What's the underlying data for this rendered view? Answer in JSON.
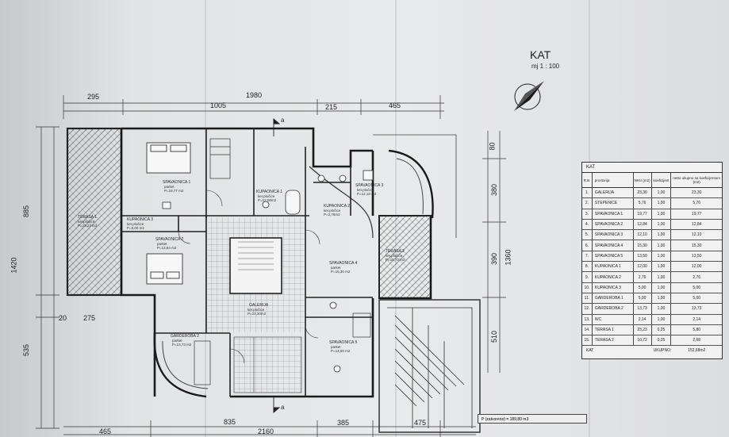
{
  "title": "KAT",
  "scale": "mj 1 : 100",
  "top_dims": [
    "295",
    "1980",
    "1005",
    "215",
    "465"
  ],
  "bottom_dims": [
    "835",
    "385",
    "475",
    "465",
    "2160"
  ],
  "left_dims": [
    "885",
    "1420",
    "275",
    "20",
    "535"
  ],
  "right_dims": [
    "80",
    "380",
    "390",
    "1360",
    "510"
  ],
  "section_mark": "a",
  "rooms": [
    {
      "name": "TERASA 1",
      "sub": "ker.pločice",
      "area": "P=23,23 m2"
    },
    {
      "name": "SPAVAONICA 1",
      "sub": "parket",
      "area": "P=19,77 m2"
    },
    {
      "name": "KUPAONICA 1",
      "sub": "ker.pločice",
      "area": "P=12,00m2"
    },
    {
      "name": "KUPAONICA 2",
      "sub": "ker.pločice",
      "area": "P=2,76m2"
    },
    {
      "name": "SPAVAONICA 2",
      "sub": "parket",
      "area": "P=12,84 m2"
    },
    {
      "name": "KUPAONICA 3",
      "sub": "ker.pločice",
      "area": "P=5,00 m2"
    },
    {
      "name": "SPAVAONICA 3",
      "sub": "ker.pločice",
      "area": "P=12,10 m2"
    },
    {
      "name": "SPAVAONICA 4",
      "sub": "parket",
      "area": "P=15,30 m2"
    },
    {
      "name": "TERASA 2",
      "sub": "ker.pločice",
      "area": "P=10,72 m2"
    },
    {
      "name": "GALERIJA",
      "sub": "ker.pločice",
      "area": "P=23,30m2"
    },
    {
      "name": "GARDEROBA 2",
      "sub": "parket",
      "area": "P=13,73 m2"
    },
    {
      "name": "SPAVAONICA 5",
      "sub": "parket",
      "area": "P=13,50 m2"
    }
  ],
  "table": {
    "title": "KAT",
    "headers": [
      "R.B.",
      "prostorija",
      "NKU (m2)",
      "koeficijent",
      "netto ukupno sa koeficijentom (m2)"
    ],
    "rows": [
      [
        "1.",
        "GALERIJA",
        "23,30",
        "1,00",
        "23,30"
      ],
      [
        "2.",
        "STEPENICE",
        "5,76",
        "1,00",
        "5,76"
      ],
      [
        "3.",
        "SPAVAONICA 1",
        "19,77",
        "1,00",
        "19,77"
      ],
      [
        "4.",
        "SPAVAONICA 2",
        "12,84",
        "1,00",
        "12,84"
      ],
      [
        "5.",
        "SPAVAONICA 3",
        "12,10",
        "1,00",
        "12,10"
      ],
      [
        "6.",
        "SPAVAONICA 4",
        "15,30",
        "1,00",
        "15,30"
      ],
      [
        "7.",
        "SPAVAONICA 5",
        "13,50",
        "1,00",
        "13,50"
      ],
      [
        "8.",
        "KUPAONICA 1",
        "12,00",
        "1,00",
        "12,00"
      ],
      [
        "9.",
        "KUPAONICA 2",
        "2,76",
        "1,00",
        "2,76"
      ],
      [
        "10.",
        "KUPAONICA 3",
        "5,00",
        "1,00",
        "5,00"
      ],
      [
        "11.",
        "GARDEROBA 1",
        "5,00",
        "1,00",
        "5,00"
      ],
      [
        "12.",
        "GARDEROBA 2",
        "13,73",
        "1,00",
        "13,73"
      ],
      [
        "13.",
        "WC",
        "2,14",
        "1,00",
        "2,14"
      ],
      [
        "14.",
        "TERASA 1",
        "23,23",
        "0,25",
        "5,80"
      ],
      [
        "15.",
        "TERASA 2",
        "10,72",
        "0,25",
        "2,68"
      ]
    ],
    "footer_label": "KAT",
    "footer_total_label": "UKUPNO:",
    "footer_total": "152,68m2"
  },
  "area_note": "P (zatvoreno) = 189,80 m3"
}
